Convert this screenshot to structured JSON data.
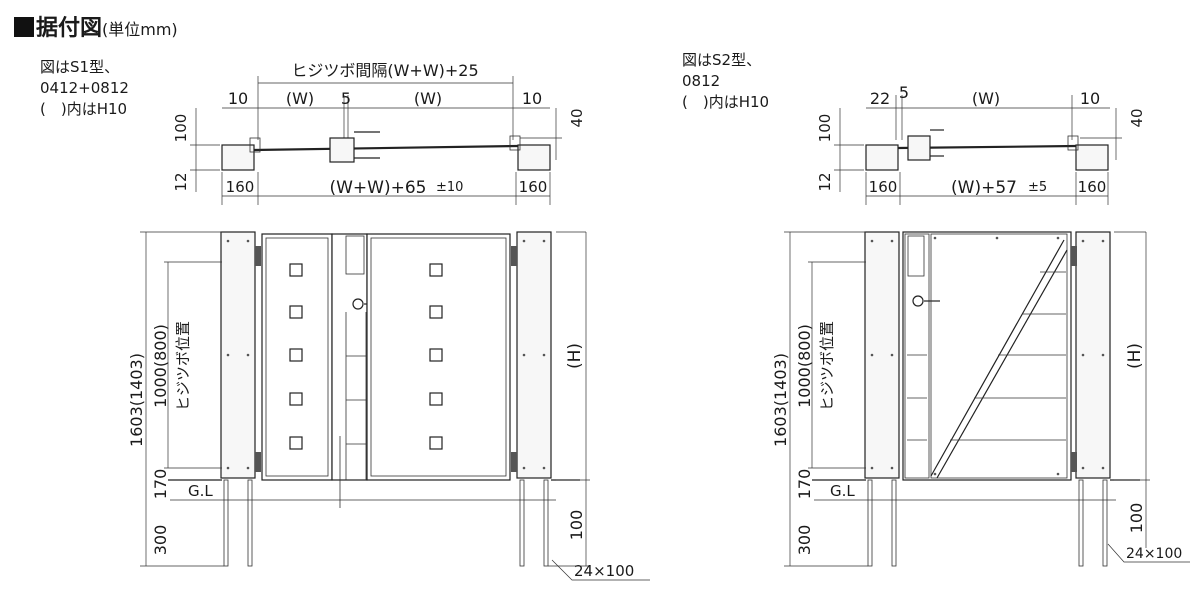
{
  "title": {
    "main": "据付図",
    "unit": "(単位mm)"
  },
  "s1": {
    "note1": "図はS1型、",
    "note2": "0412+0812",
    "note3": "(　)内はH10",
    "pitch": "ヒジツボ間隔(W+W)+25",
    "d_10": "10",
    "d_w": "(W)",
    "d_5": "5",
    "d_100": "100",
    "d_40": "40",
    "d_12": "12",
    "d_160": "160",
    "total": "(W+W)+65",
    "tol": "±10",
    "h1603": "1603(1403)",
    "h1000": "1000(800)",
    "h170": "170",
    "h300": "300",
    "gl": "G.L",
    "hinge_pos": "ヒジツボ位置",
    "h_label": "(H)",
    "post_100": "100",
    "post_size": "24×100"
  },
  "s2": {
    "note1": "図はS2型、",
    "note2": "0812",
    "note3": "(　)内はH10",
    "d_22": "22",
    "d_5": "5",
    "d_w": "(W)",
    "d_10": "10",
    "d_100": "100",
    "d_40": "40",
    "d_12": "12",
    "d_160": "160",
    "total": "(W)+57",
    "tol": "±5",
    "h1603": "1603(1403)",
    "h1000": "1000(800)",
    "h170": "170",
    "h300": "300",
    "gl": "G.L",
    "hinge_pos": "ヒジツボ位置",
    "h_label": "(H)",
    "post_100": "100",
    "post_size": "24×100"
  }
}
